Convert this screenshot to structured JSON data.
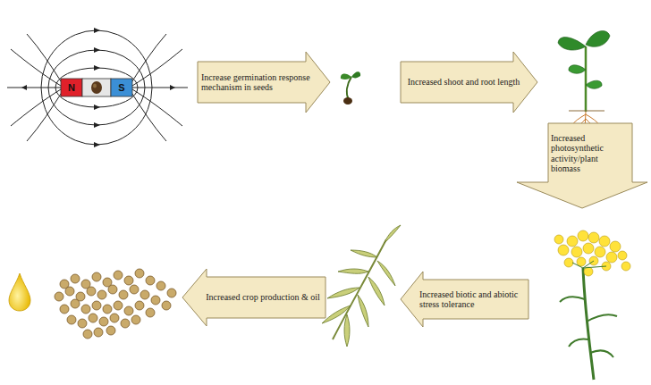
{
  "diagram": {
    "nodes": [
      {
        "text": [
          "Increase germination response mechanism in seeds"
        ]
      },
      {
        "text": [
          "Increased shoot and root length"
        ]
      },
      {
        "text": [
          "Increased photosynthetic activity/plant biomass"
        ]
      },
      {
        "text": [
          "Increased biotic and abiotic stress tolerance"
        ]
      },
      {
        "text": [
          "Increased crop production & oil"
        ]
      }
    ],
    "labels": [
      "N",
      "S"
    ]
  }
}
